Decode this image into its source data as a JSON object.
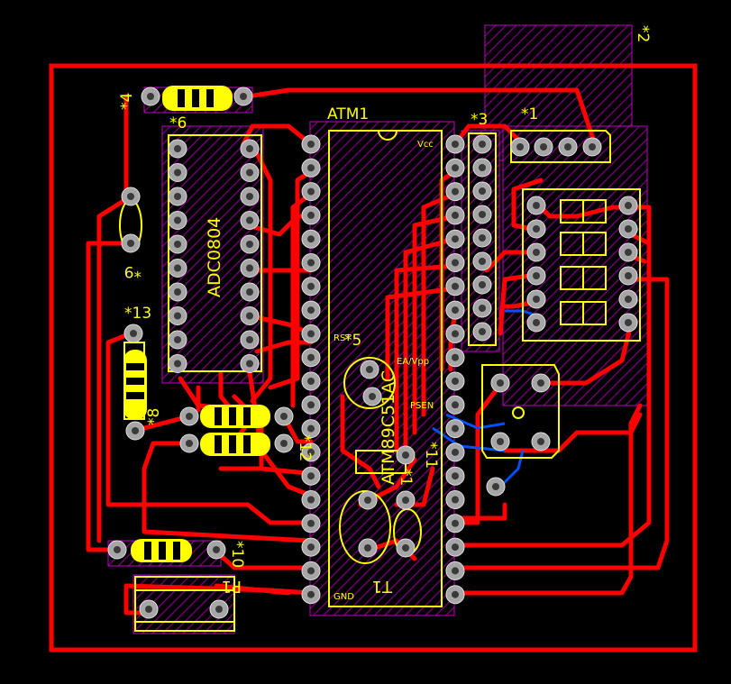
{
  "colors": {
    "background": "#000000",
    "top_trace": "#ff0000",
    "bottom_trace": "#0000ff",
    "silkscreen": "#ffff00",
    "pad": "#a0a0a0",
    "keepout_hatch": "#a000a0"
  },
  "labels": {
    "atm1": "ATM1",
    "adc": "ADC0804",
    "mcu": "ATM89C51AC",
    "vcc": "Vcc",
    "gnd": "GND",
    "rst": "RST",
    "ea_vpp": "EA/Vpp",
    "psen": "PSEN",
    "p1": "P1",
    "t1": "T1",
    "c1": "*1",
    "c2": "*2",
    "c3": "*3",
    "c4": "*4",
    "c5": "*5",
    "c6": "*6",
    "c8": "*8",
    "c9": "*9",
    "c10": "*10",
    "c11": "*11",
    "c12": "*12",
    "c13": "*13",
    "c14": "*1"
  }
}
